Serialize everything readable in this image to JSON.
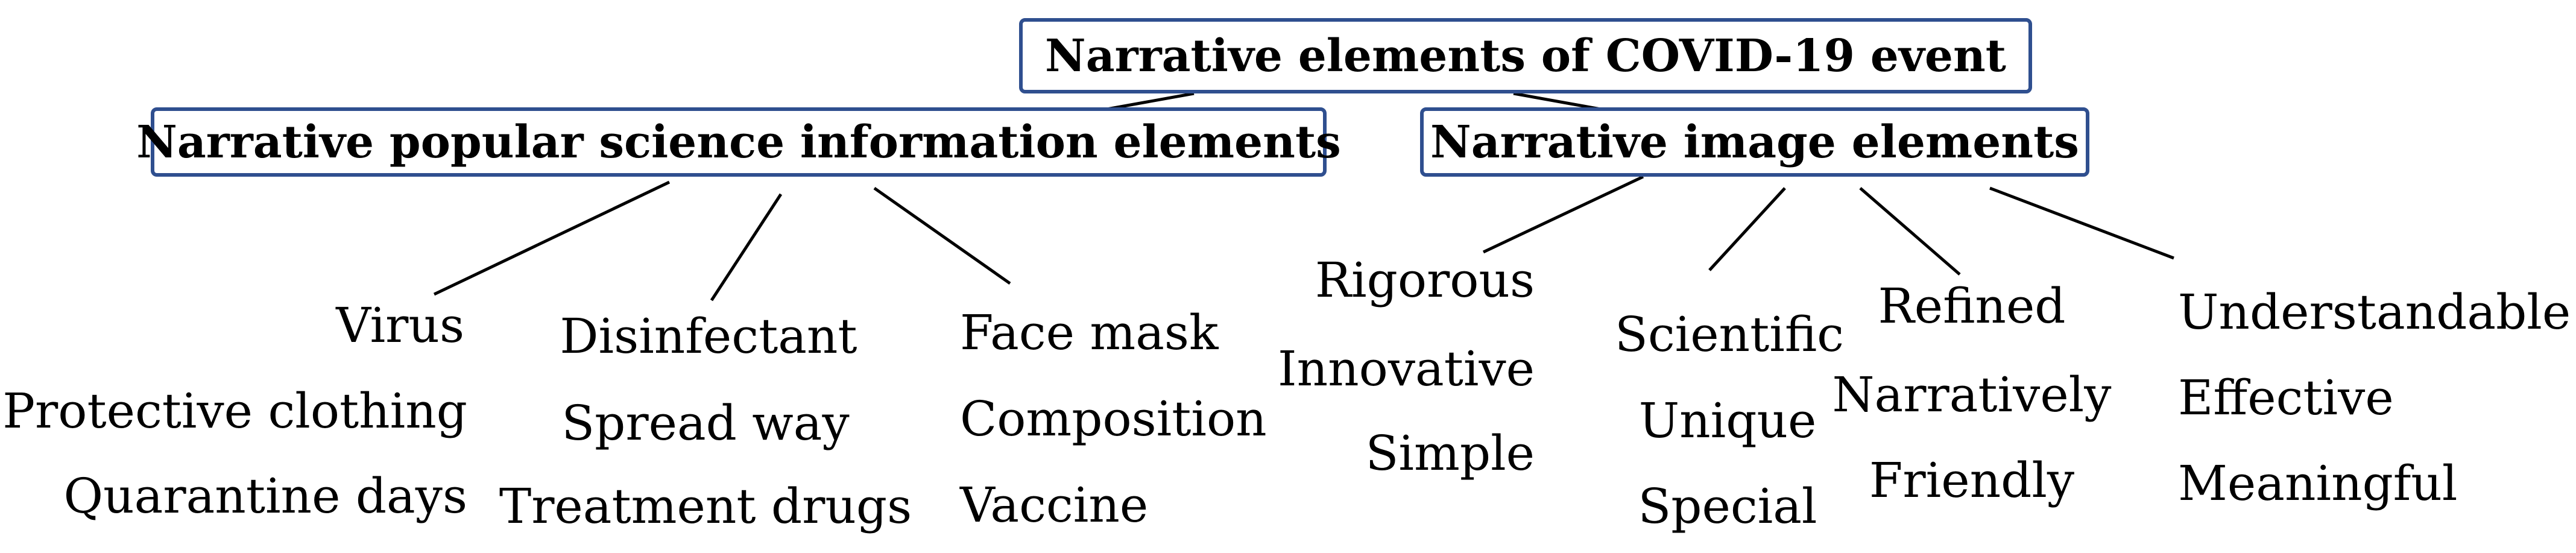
{
  "root": {
    "title": "Narrative elements of COVID-19 event"
  },
  "branches": [
    {
      "title": "Narrative popular science information elements",
      "groups": [
        [
          "Virus",
          "Protective clothing",
          "Quarantine days"
        ],
        [
          "Disinfectant",
          "Spread way",
          "Treatment drugs"
        ],
        [
          "Face mask",
          "Composition",
          "Vaccine"
        ]
      ]
    },
    {
      "title": "Narrative image elements",
      "groups": [
        [
          "Rigorous",
          "Innovative",
          "Simple"
        ],
        [
          "Scientific",
          "Unique",
          "Special"
        ],
        [
          "Refined",
          "Narratively",
          "Friendly"
        ],
        [
          "Understandable",
          "Effective",
          "Meaningful"
        ]
      ]
    }
  ],
  "colors": {
    "box_border": "#2f4f8f",
    "line": "#000000",
    "text": "#000000"
  }
}
